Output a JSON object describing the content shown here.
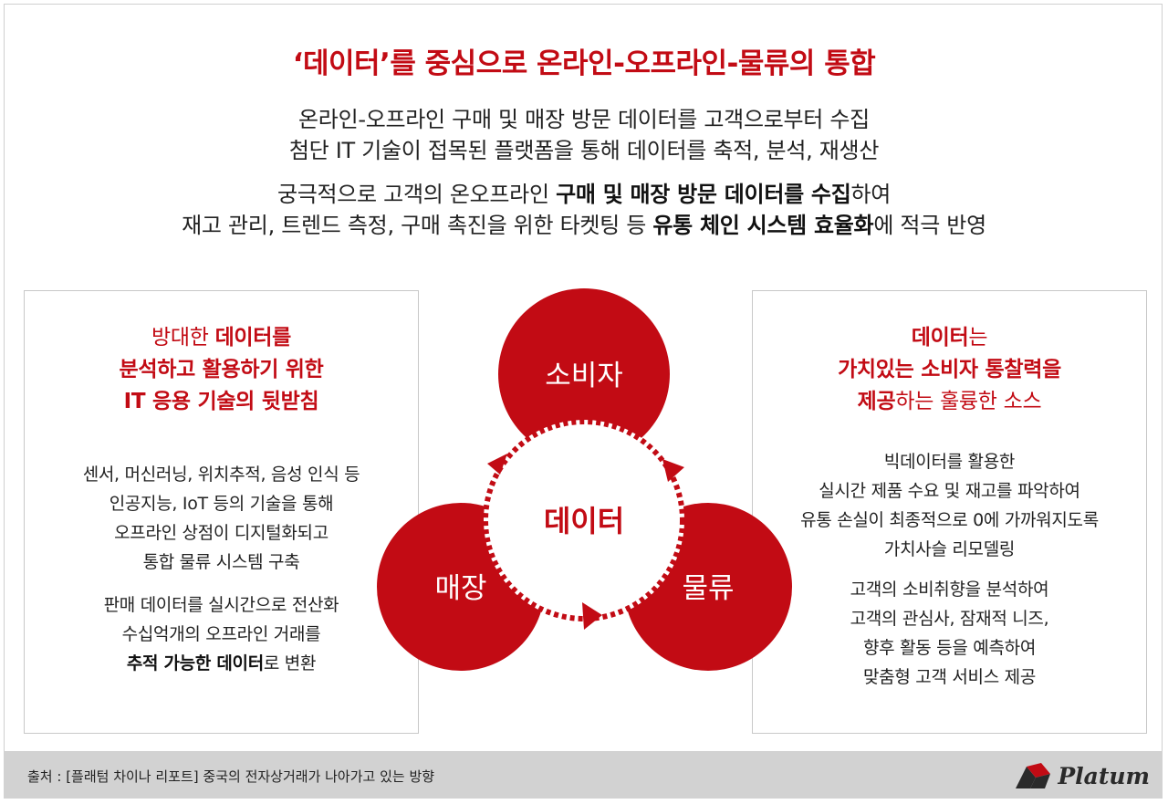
{
  "title": "‘데이터’를 중심으로 온라인-오프라인-물류의 통합",
  "intro": {
    "line1": "온라인-오프라인 구매 및 매장 방문 데이터를 고객으로부터 수집",
    "line2": "첨단 IT 기술이 접목된 플랫폼을 통해 데이터를 축적, 분석, 재생산",
    "line3_pre": "궁극적으로 고객의 온오프라인 ",
    "line3_bold": "구매 및 매장 방문 데이터를 수집",
    "line3_post": "하여",
    "line4_pre": "재고 관리, 트렌드 측정, 구매 촉진을 위한 타켓팅 등 ",
    "line4_bold": "유통 체인 시스템 효율화",
    "line4_post": "에 적극 반영"
  },
  "left_box": {
    "head1_plain": "방대한 ",
    "head1_bold": "데이터를",
    "head2": "분석하고 활용하기 위한",
    "head3": "IT 응용 기술의 뒷받침",
    "p1": [
      "센서, 머신러닝, 위치추적, 음성 인식 등",
      "인공지능, IoT 등의 기술을 통해",
      "오프라인 상점이 디지털화되고",
      "통합 물류 시스템 구축"
    ],
    "p2_l1": "판매 데이터를 실시간으로 전산화",
    "p2_l2": "수십억개의 오프라인 거래를",
    "p2_l3_bold": "추적 가능한 데이터",
    "p2_l3_post": "로 변환"
  },
  "right_box": {
    "head1_bold": "데이터",
    "head1_post": "는",
    "head2": "가치있는 소비자 통찰력을",
    "head3_bold": "제공",
    "head3_post": "하는 훌륭한 소스",
    "p1": [
      "빅데이터를 활용한",
      "실시간 제품 수요 및 재고를 파악하여",
      "유통 손실이 최종적으로 0에 가까워지도록",
      "가치사슬 리모델링"
    ],
    "p2": [
      "고객의 소비취향을 분석하여",
      "고객의 관심사, 잠재적 니즈,",
      "향후 활동 등을 예측하여",
      "맞춤형 고객 서비스 제공"
    ]
  },
  "diagram": {
    "top_circle": "소비자",
    "left_circle": "매장",
    "right_circle": "물류",
    "center": "데이터",
    "colors": {
      "red": "#c20b14",
      "white": "#ffffff"
    }
  },
  "footer": {
    "source": "출처 : [플래텀 차이나 리포트] 중국의 전자상거래가 나아가고 있는 방향",
    "logo_text": "Platum"
  }
}
